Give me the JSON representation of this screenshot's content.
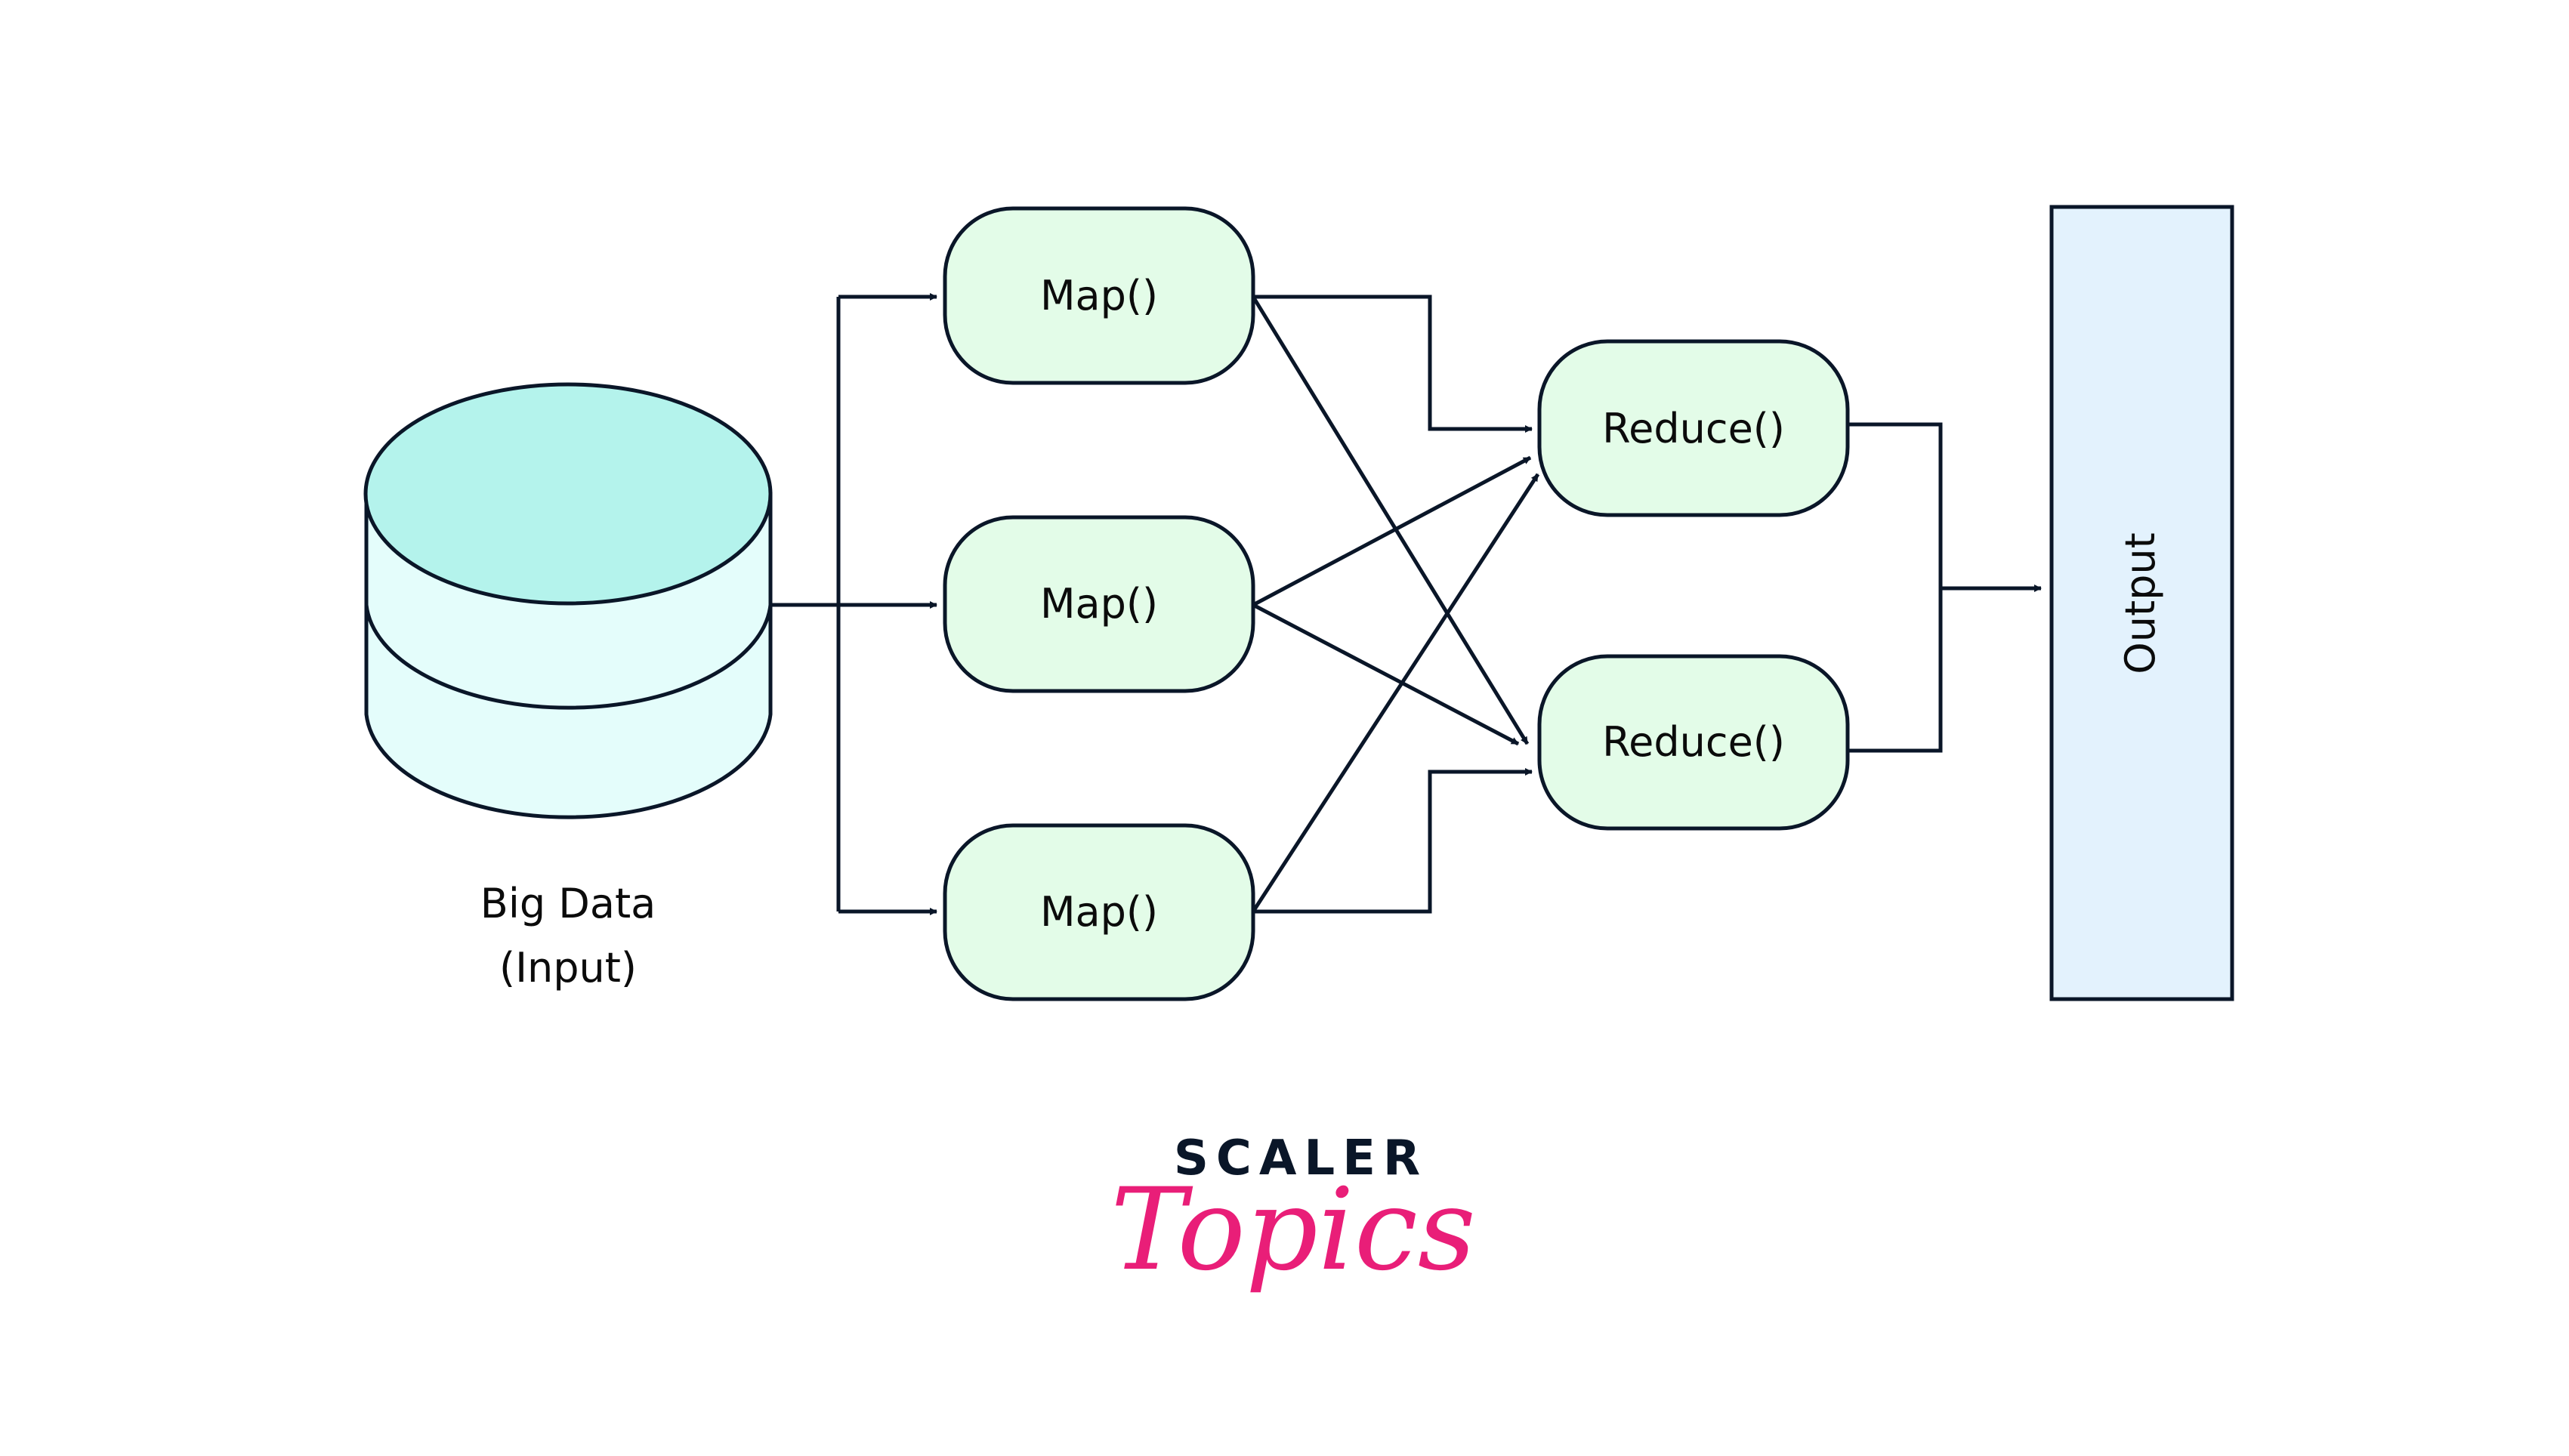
{
  "diagram": {
    "input": {
      "line1": "Big Data",
      "line2": "(Input)"
    },
    "mappers": [
      {
        "label": "Map()"
      },
      {
        "label": "Map()"
      },
      {
        "label": "Map()"
      }
    ],
    "reducers": [
      {
        "label": "Reduce()"
      },
      {
        "label": "Reduce()"
      }
    ],
    "output": {
      "label": "Output"
    }
  },
  "logo": {
    "line1": "SCALER",
    "line2": "Topics"
  },
  "colors": {
    "stroke": "#0a1628",
    "cylinder_top": "#b4f3ec",
    "cylinder_body": "#e4fdfb",
    "node_fill": "#e3fce8",
    "output_fill": "#e3f2fd",
    "logo_dark": "#0a1628",
    "logo_pink": "#e91e78"
  }
}
